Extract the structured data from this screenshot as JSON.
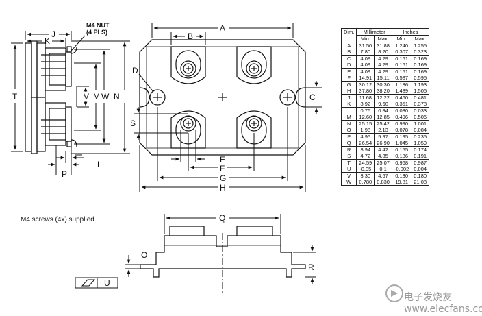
{
  "note": "M4 screws (4x) supplied",
  "side_view": {
    "nut_label_line1": "M4 NUT",
    "nut_label_line2": "(4 PLS)",
    "labels": {
      "J": "J",
      "K": "K",
      "T": "T",
      "V": "V",
      "M": "M",
      "W": "W",
      "N": "N",
      "P": "P",
      "L": "L"
    }
  },
  "top_view": {
    "labels": {
      "A": "A",
      "B": "B",
      "C": "C",
      "D": "D",
      "E": "E",
      "F": "F",
      "G": "G",
      "H": "H",
      "S": "S"
    }
  },
  "front_view": {
    "labels": {
      "Q": "Q",
      "O": "O",
      "R": "R"
    },
    "flatness_symbol": "▱",
    "flatness_datum": "U"
  },
  "table": {
    "col_dim": "Dim.",
    "col_mm": "Millimeter",
    "col_in": "Inches",
    "min": "Min.",
    "max": "Max.",
    "groups": [
      [
        [
          "A",
          "31.50",
          "31.88",
          "1.240",
          "1.255"
        ],
        [
          "B",
          "7.80",
          "8.20",
          "0.307",
          "0.323"
        ]
      ],
      [
        [
          "C",
          "4.09",
          "4.29",
          "0.161",
          "0.169"
        ],
        [
          "D",
          "4.09",
          "4.29",
          "0.161",
          "0.169"
        ]
      ],
      [
        [
          "E",
          "4.09",
          "4.29",
          "0.161",
          "0.169"
        ],
        [
          "F",
          "14.91",
          "15.11",
          "0.587",
          "0.595"
        ]
      ],
      [
        [
          "G",
          "30.12",
          "30.30",
          "1.186",
          "1.193"
        ],
        [
          "H",
          "37.80",
          "38.20",
          "1.489",
          "1.505"
        ]
      ],
      [
        [
          "J",
          "11.68",
          "12.22",
          "0.460",
          "0.481"
        ],
        [
          "K",
          "8.92",
          "9.60",
          "0.351",
          "0.378"
        ]
      ],
      [
        [
          "L",
          "0.76",
          "0.84",
          "0.030",
          "0.033"
        ],
        [
          "M",
          "12.60",
          "12.85",
          "0.496",
          "0.506"
        ]
      ],
      [
        [
          "N",
          "25.15",
          "25.42",
          "0.990",
          "1.001"
        ],
        [
          "O",
          "1.98",
          "2.13",
          "0.078",
          "0.084"
        ]
      ],
      [
        [
          "P",
          "4.95",
          "5.97",
          "0.195",
          "0.235"
        ],
        [
          "Q",
          "26.54",
          "26.90",
          "1.045",
          "1.059"
        ]
      ],
      [
        [
          "R",
          "3.94",
          "4.42",
          "0.155",
          "0.174"
        ],
        [
          "S",
          "4.72",
          "4.85",
          "0.186",
          "0.191"
        ]
      ],
      [
        [
          "T",
          "24.59",
          "25.07",
          "0.968",
          "0.987"
        ],
        [
          "U",
          "-0.05",
          "0.1",
          "-0.002",
          "0.004"
        ]
      ],
      [
        [
          "V",
          "3.30",
          "4.57",
          "0.130",
          "0.180"
        ],
        [
          "W",
          "0.780",
          "0.830",
          "19.81",
          "21.08"
        ]
      ]
    ]
  },
  "watermark": "电子发烧友 www.elecfans.com"
}
